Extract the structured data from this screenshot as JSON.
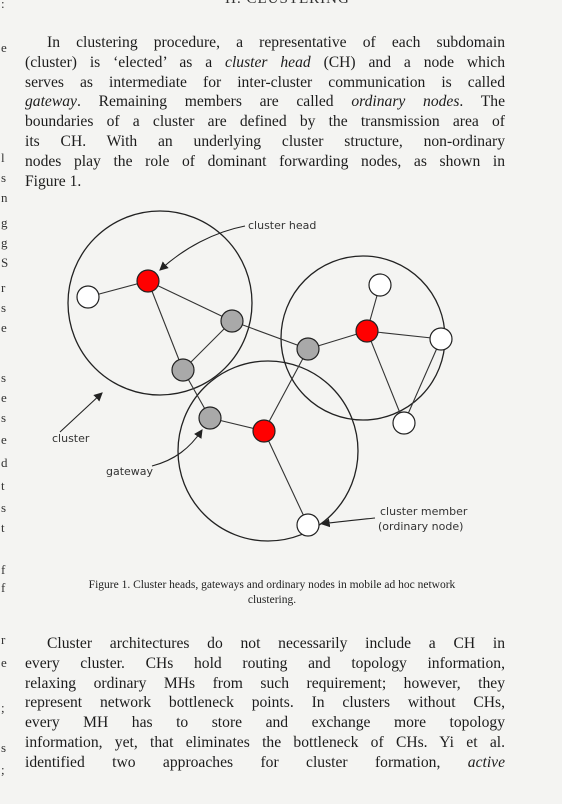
{
  "section_heading": "II.   CLUSTERING",
  "margin_glyphs": [
    ":",
    "e",
    "l",
    "s",
    "n",
    "g",
    "g",
    "S",
    "r",
    "s",
    "e",
    "s",
    "e",
    "s",
    "e",
    "d",
    "t",
    "s",
    "t",
    "f",
    "f",
    "r",
    "e",
    ";",
    "s",
    ";"
  ],
  "paragraph1": {
    "l1": "In clustering procedure, a representative of each subdomain",
    "l2a": "(cluster) is ‘elected’ as a ",
    "l2b": "cluster head",
    "l2c": " (CH) and a node which",
    "l3": "serves as intermediate for inter-cluster communication is called",
    "l4a": "gateway",
    "l4b": ". Remaining members are called ",
    "l4c": "ordinary nodes",
    "l4d": ". The",
    "l5": "boundaries of a cluster are defined by the transmission area of",
    "l6": "its CH. With an underlying cluster structure, non-ordinary",
    "l7": "nodes play the role of dominant forwarding nodes, as shown in",
    "l8": "Figure 1."
  },
  "figure": {
    "label_cluster_head": "cluster head",
    "label_cluster": "cluster",
    "label_gateway": "gateway",
    "label_member_1": "cluster member",
    "label_member_2": "(ordinary node)",
    "colors": {
      "cluster_head": "#ff0000",
      "gateway": "#a9a9a9",
      "ordinary": "#ffffff",
      "stroke": "#222222"
    }
  },
  "caption": {
    "l1": "Figure 1. Cluster heads, gateways and ordinary nodes in mobile ad hoc network",
    "l2": "clustering."
  },
  "paragraph2": {
    "l1": "Cluster architectures do not necessarily include a CH in",
    "l2": "every cluster. CHs hold routing and topology information,",
    "l3": "relaxing ordinary MHs from such requirement; however, they",
    "l4": "represent network bottleneck points. In clusters without CHs,",
    "l5": "every MH has to store and exchange more topology",
    "l6": "information, yet, that eliminates the bottleneck of CHs. Yi et al.",
    "l7a": "identified two approaches for cluster formation, ",
    "l7b": "active"
  }
}
